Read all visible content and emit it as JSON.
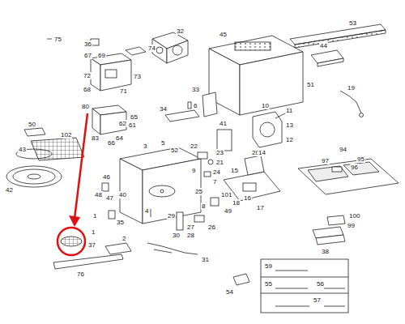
{
  "diagram": {
    "labels": [
      "75",
      "36",
      "74",
      "32",
      "45",
      "53",
      "67",
      "69",
      "72",
      "73",
      "68",
      "71",
      "44",
      "51",
      "19",
      "80",
      "33",
      "34",
      "6",
      "41",
      "10",
      "65",
      "62",
      "50",
      "102",
      "43",
      "42",
      "3",
      "5",
      "52",
      "22",
      "23",
      "21",
      "24",
      "7",
      "9",
      "101",
      "25",
      "15",
      "16",
      "18",
      "17",
      "20",
      "94",
      "95",
      "97",
      "96",
      "46",
      "48",
      "47",
      "40",
      "4",
      "35",
      "1",
      "1",
      "8",
      "29",
      "27",
      "28",
      "26",
      "30",
      "100",
      "99",
      "38",
      "37",
      "2",
      "76",
      "31",
      "54",
      "59",
      "55",
      "56",
      "57",
      "11",
      "12",
      "13",
      "14",
      "49",
      "61",
      "64",
      "83",
      "66"
    ]
  }
}
